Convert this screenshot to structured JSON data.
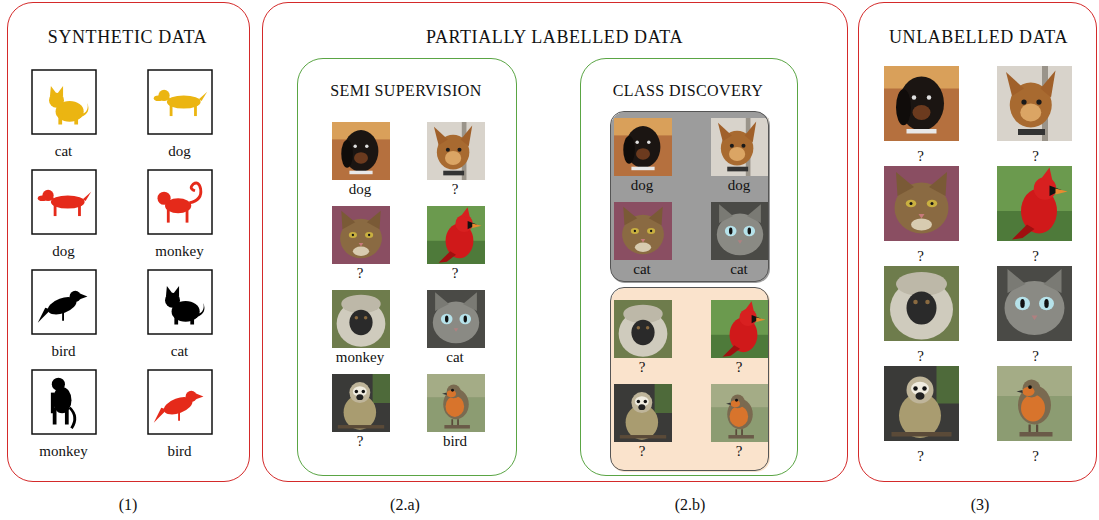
{
  "diagram": {
    "nodes": [
      {
        "text": [
          "SYNTHETIC DATA",
          "cat",
          "dog",
          "dog",
          "monkey",
          "bird",
          "cat",
          "monkey",
          "bird"
        ]
      },
      {
        "text": [
          "PARTIALLY LABELLED DATA"
        ]
      },
      {
        "text": [
          "SEMI SUPERVISION",
          "dog",
          "?",
          "?",
          "?",
          "monkey",
          "cat",
          "?",
          "bird"
        ],
        "in": 1
      },
      {
        "text": [
          "CLASS DISCOVERY"
        ],
        "in": 1
      },
      {
        "text": [
          "dog",
          "dog",
          "cat",
          "cat"
        ],
        "in": 3
      },
      {
        "text": [
          "?",
          "?",
          "?",
          "?"
        ],
        "in": 3
      },
      {
        "text": [
          "UNLABELLED DATA",
          "?",
          "?",
          "?",
          "?",
          "?",
          "?",
          "?",
          "?"
        ]
      }
    ],
    "labels": [
      "(1)",
      "(2.a)",
      "(2.b)",
      "(3)"
    ]
  }
}
